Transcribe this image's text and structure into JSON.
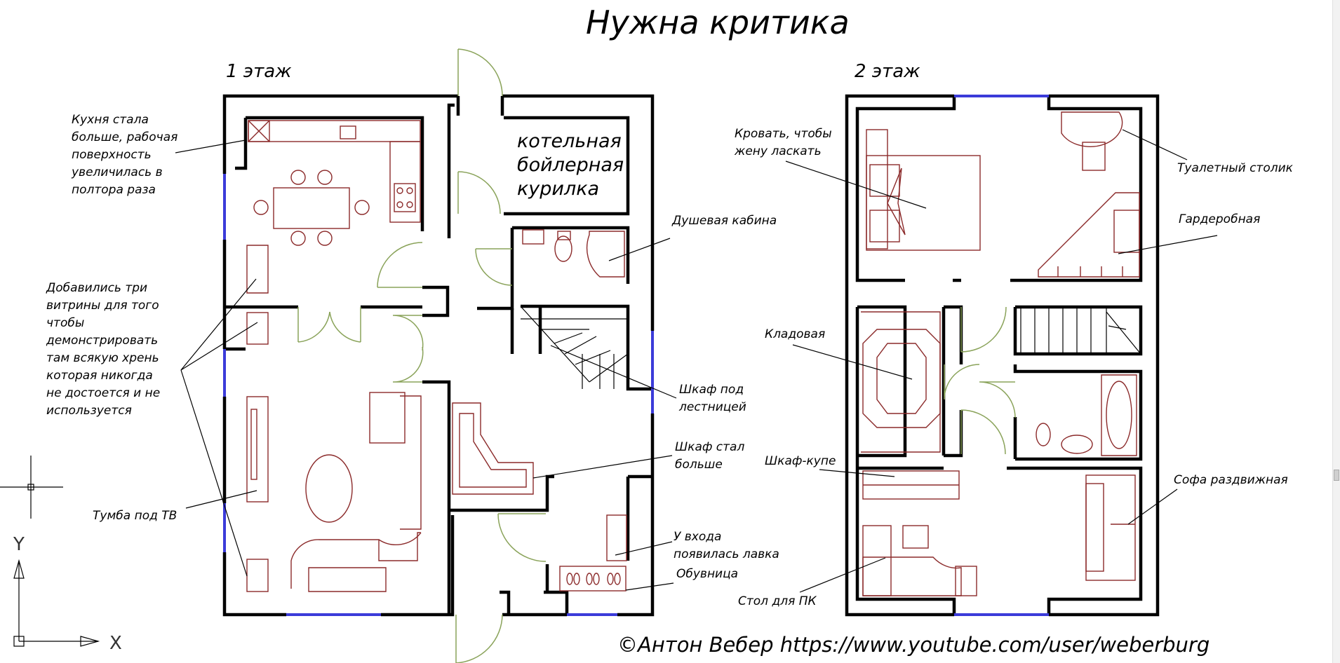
{
  "title": "Нужна критика",
  "floors": {
    "first": "1 этаж",
    "second": "2 этаж"
  },
  "room_label": {
    "line1": "котельная",
    "line2": "бойлерная",
    "line3": "курилка"
  },
  "annotations_floor1": {
    "kitchen": [
      "Кухня стала",
      "больше, рабочая",
      "поверхность",
      "увеличилась в",
      "полтора раза"
    ],
    "showcases": [
      "Добавились три",
      "витрины для того",
      "чтобы",
      "демонстрировать",
      "там всякую хрень",
      "которая никогда",
      "не достоется и не",
      "используется"
    ],
    "tv": [
      "Тумба под ТВ"
    ],
    "shower": [
      "Душевая кабина"
    ],
    "under_stairs": [
      "Шкаф под",
      "лестницей"
    ],
    "wardrobe_bigger": [
      "Шкаф стал",
      "больше"
    ],
    "bench": [
      "У входа",
      "появилась лавка"
    ],
    "shoes": [
      "Обувница"
    ]
  },
  "annotations_floor2": {
    "bed": [
      "Кровать, чтобы",
      "жену ласкать"
    ],
    "dressing_table": [
      "Туалетный столик"
    ],
    "walk_in": [
      "Гардеробная"
    ],
    "pantry": [
      "Кладовая"
    ],
    "sliding_wardrobe": [
      "Шкаф-купе"
    ],
    "sofa": [
      "Софа раздвижная"
    ],
    "pc_desk": [
      "Стол для ПК"
    ]
  },
  "credit": "©Антон Вебер https://www.youtube.com/user/weberburg",
  "ucs": {
    "x_axis": "X",
    "y_axis": "Y"
  },
  "colors": {
    "walls": "#000000",
    "windows": "#3b3bd9",
    "doors": "#8aa35a",
    "furniture": "#8b2a2a"
  }
}
